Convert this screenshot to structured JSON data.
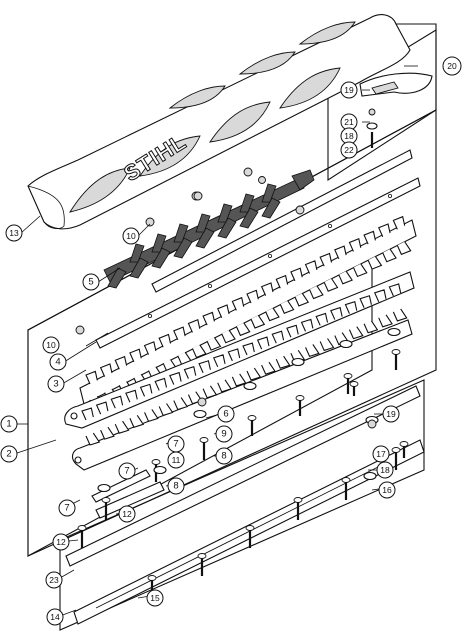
{
  "diagram": {
    "brand_logo": "STIHL",
    "callouts": [
      {
        "id": "c1",
        "label": "1"
      },
      {
        "id": "c2",
        "label": "2"
      },
      {
        "id": "c3",
        "label": "3"
      },
      {
        "id": "c4",
        "label": "4"
      },
      {
        "id": "c5",
        "label": "5"
      },
      {
        "id": "c6",
        "label": "6"
      },
      {
        "id": "c7a",
        "label": "7"
      },
      {
        "id": "c7b",
        "label": "7"
      },
      {
        "id": "c7c",
        "label": "7"
      },
      {
        "id": "c8a",
        "label": "8"
      },
      {
        "id": "c8b",
        "label": "8"
      },
      {
        "id": "c9",
        "label": "9"
      },
      {
        "id": "c10a",
        "label": "10"
      },
      {
        "id": "c10b",
        "label": "10"
      },
      {
        "id": "c11",
        "label": "11"
      },
      {
        "id": "c12a",
        "label": "12"
      },
      {
        "id": "c12b",
        "label": "12"
      },
      {
        "id": "c13",
        "label": "13"
      },
      {
        "id": "c14",
        "label": "14"
      },
      {
        "id": "c15",
        "label": "15"
      },
      {
        "id": "c16",
        "label": "16"
      },
      {
        "id": "c17",
        "label": "17"
      },
      {
        "id": "c18a",
        "label": "18"
      },
      {
        "id": "c18b",
        "label": "18"
      },
      {
        "id": "c19a",
        "label": "19"
      },
      {
        "id": "c19b",
        "label": "19"
      },
      {
        "id": "c20",
        "label": "20"
      },
      {
        "id": "c21",
        "label": "21"
      },
      {
        "id": "c22",
        "label": "22"
      },
      {
        "id": "c23",
        "label": "23"
      }
    ]
  }
}
